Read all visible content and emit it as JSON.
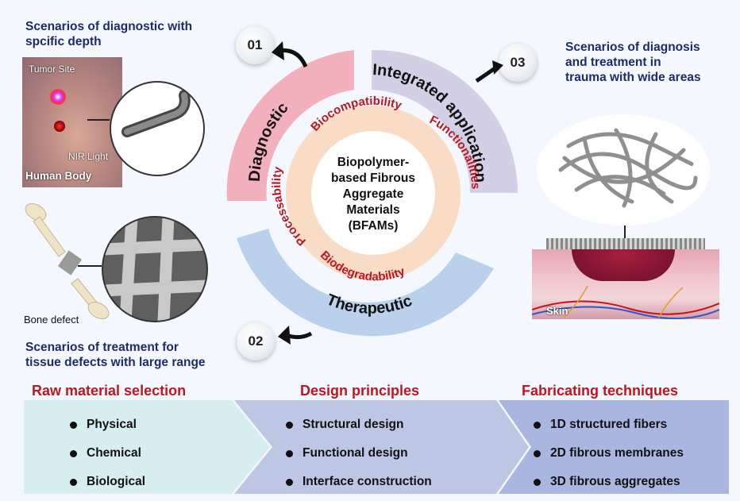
{
  "scenario1": {
    "number": "01",
    "title_line1": "Scenarios of diagnostic with",
    "title_line2": "spcific depth"
  },
  "scenario2": {
    "number": "02",
    "title_line1": "Scenarios of treatment for",
    "title_line2": "tissue defects with large range"
  },
  "scenario3": {
    "number": "03",
    "title_line1": "Scenarios of diagnosis",
    "title_line2": "and treatment  in",
    "title_line3": "trauma with wide areas"
  },
  "photo_labels": {
    "tumor_site": "Tumor Site",
    "nir_light": "NIR Light",
    "human_body": "Human Body",
    "bone_defect": "Bone defect",
    "skin": "Skin"
  },
  "ring": {
    "diagnostic": "Diagnostic",
    "integrated": "Integrated application",
    "therapeutic": "Therapeutic",
    "properties": [
      "Biocompatibility",
      "Functionalities",
      "Biodegradability",
      "Processability"
    ],
    "center": [
      "Biopolymer-",
      "based Fibrous",
      "Aggregate",
      "Materials",
      "(BFAMs)"
    ]
  },
  "bottom": {
    "col1": {
      "title": "Raw material selection",
      "items": [
        "Physical",
        "Chemical",
        "Biological"
      ]
    },
    "col2": {
      "title": "Design principles",
      "items": [
        "Structural design",
        "Functional design",
        "Interface construction"
      ]
    },
    "col3": {
      "title": "Fabricating techniques",
      "items": [
        "1D structured fibers",
        "2D fibrous membranes",
        "3D fibrous aggregates"
      ]
    }
  },
  "colors": {
    "diagnostic": "#f1b0bc",
    "integrated": "#d2cfe6",
    "therapeutic": "#b9d1ea",
    "inner_ring": "#f9dcc6",
    "red_text": "#c0141e",
    "navy_text": "#1d2a6b"
  }
}
